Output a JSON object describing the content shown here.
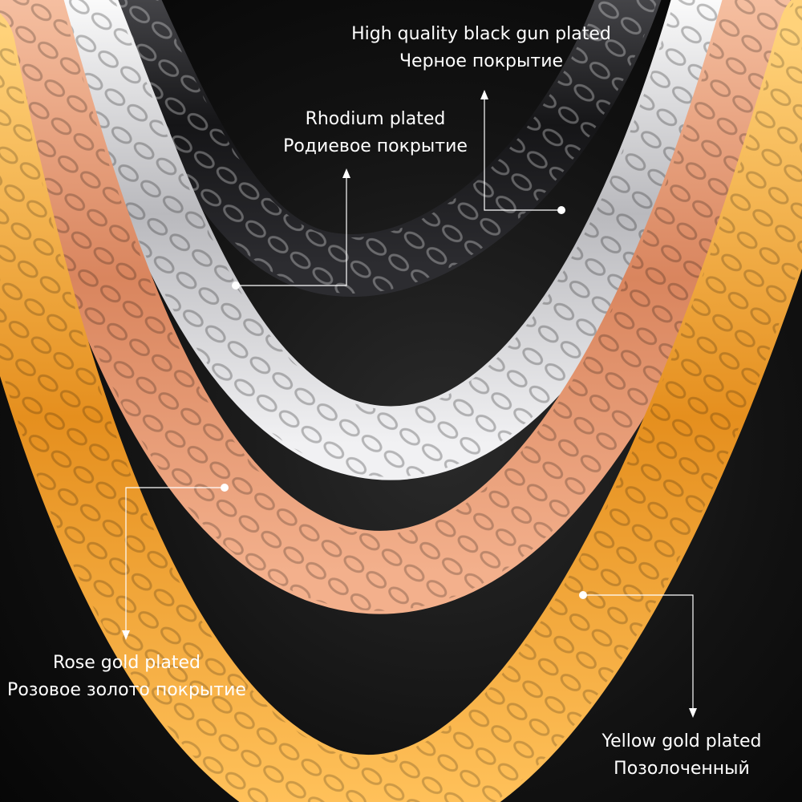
{
  "product": {
    "colors": {
      "background": "#0b0b0b",
      "black_chain": "#1d1d1f",
      "rhodium_chain": "#d8d8d8",
      "rose_chain": "#e8a07c",
      "yellow_chain": "#f2a63a"
    },
    "labels": {
      "black": {
        "en": "High quality black gun plated",
        "ru": "Черное покрытие"
      },
      "rhodium": {
        "en": "Rhodium plated",
        "ru": "Родиевое покрытие"
      },
      "rose": {
        "en": "Rose gold plated",
        "ru": "Розовое золото покрытие"
      },
      "yellow": {
        "en": "Yellow gold plated",
        "ru": "Позолоченный"
      }
    }
  }
}
